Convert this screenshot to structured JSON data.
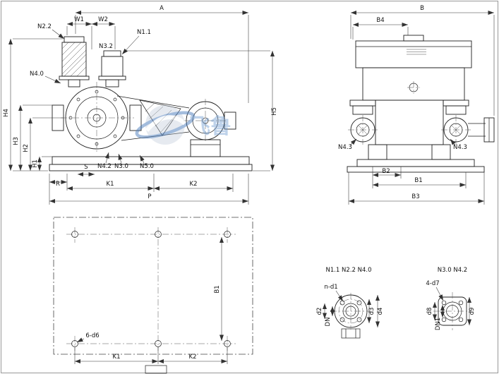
{
  "watermark": {
    "text": "飞鲁",
    "color": "#6f9cd0"
  },
  "front_view": {
    "dim_a": "A",
    "dim_w1": "W1",
    "dim_w2": "W2",
    "dim_h1": "H1",
    "dim_h2": "H2",
    "dim_h3": "H3",
    "dim_h4": "H4",
    "dim_h5": "H5",
    "dim_s": "S",
    "dim_r": "R",
    "dim_k1": "K1",
    "dim_k2": "K2",
    "dim_p": "P",
    "nozzle_n22": "N2.2",
    "nozzle_n32": "N3.2",
    "nozzle_n11": "N1.1",
    "nozzle_n40": "N4.0",
    "nozzle_n42": "N4.2",
    "nozzle_n30": "N3.0",
    "nozzle_n50": "N5.0"
  },
  "side_view": {
    "dim_b": "B",
    "dim_b4": "B4",
    "dim_b1": "B1",
    "dim_b2": "B2",
    "dim_b3": "B3",
    "nozzle_n43_left": "N4.3",
    "nozzle_n43_right": "N4.3"
  },
  "plan_view": {
    "dim_b1": "B1",
    "dim_k1": "K1",
    "dim_k2": "K2",
    "holes": "6-d6"
  },
  "flange_detail_1": {
    "title": "N1.1 N2.2 N4.0",
    "holes": "n-d1",
    "dim_d2": "d2",
    "dim_dn": "DN",
    "dim_d3": "d3",
    "dim_d4": "d4"
  },
  "flange_detail_2": {
    "title": "N3.0 N4.2",
    "holes": "4-d7",
    "dim_d8": "d8",
    "dim_dn1": "DN1",
    "dim_d9": "d9"
  }
}
